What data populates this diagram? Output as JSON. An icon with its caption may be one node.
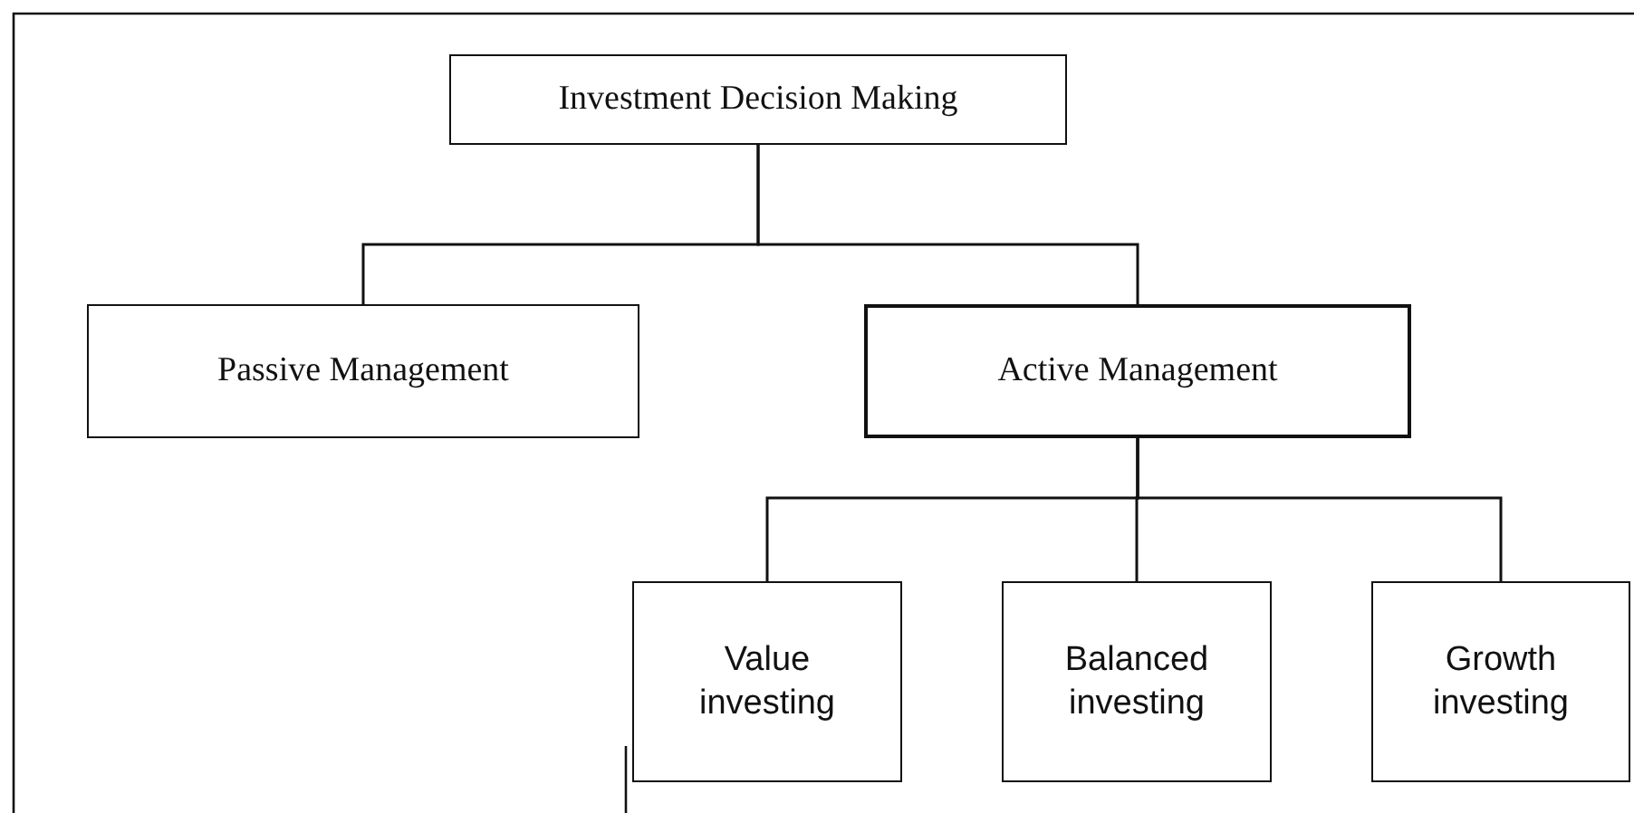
{
  "diagram": {
    "nodes": [
      {
        "text": [
          "Investment Decision Making"
        ]
      },
      {
        "text": [
          "Passive Management"
        ]
      },
      {
        "text": [
          "Active Management"
        ]
      },
      {
        "text": [
          "Value investing"
        ]
      },
      {
        "text": [
          "Balanced investing"
        ]
      },
      {
        "text": [
          "Growth investing"
        ]
      }
    ],
    "edges": [
      {
        "from": 0,
        "to": 1,
        "arrow": "none"
      },
      {
        "from": 0,
        "to": 2,
        "arrow": "none"
      },
      {
        "from": 2,
        "to": 3,
        "arrow": "none"
      },
      {
        "from": 2,
        "to": 4,
        "arrow": "none"
      },
      {
        "from": 2,
        "to": 5,
        "arrow": "none"
      }
    ]
  }
}
